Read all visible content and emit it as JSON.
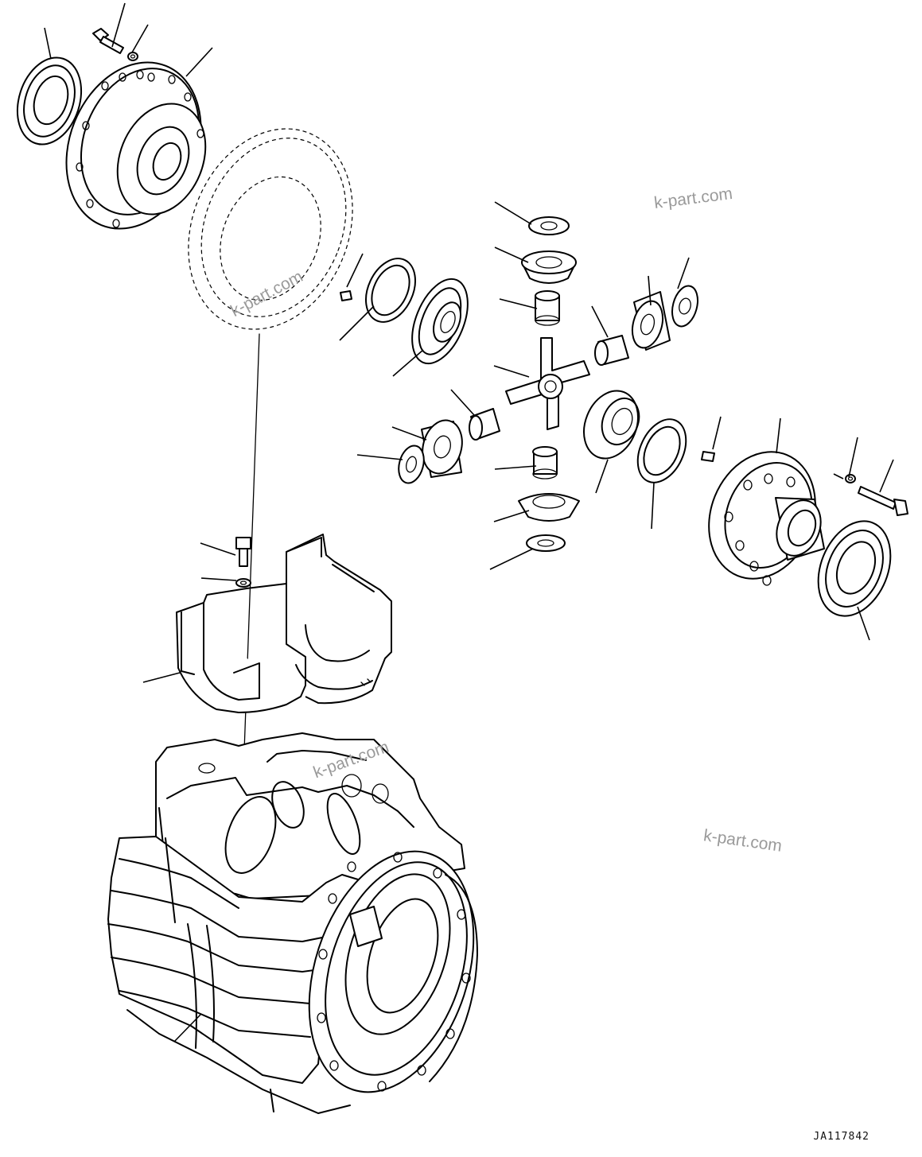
{
  "watermarks": [
    "k-part.com",
    "k-part.com",
    "k-part.com",
    "k-part.com"
  ],
  "drawing_code": "JA117842"
}
